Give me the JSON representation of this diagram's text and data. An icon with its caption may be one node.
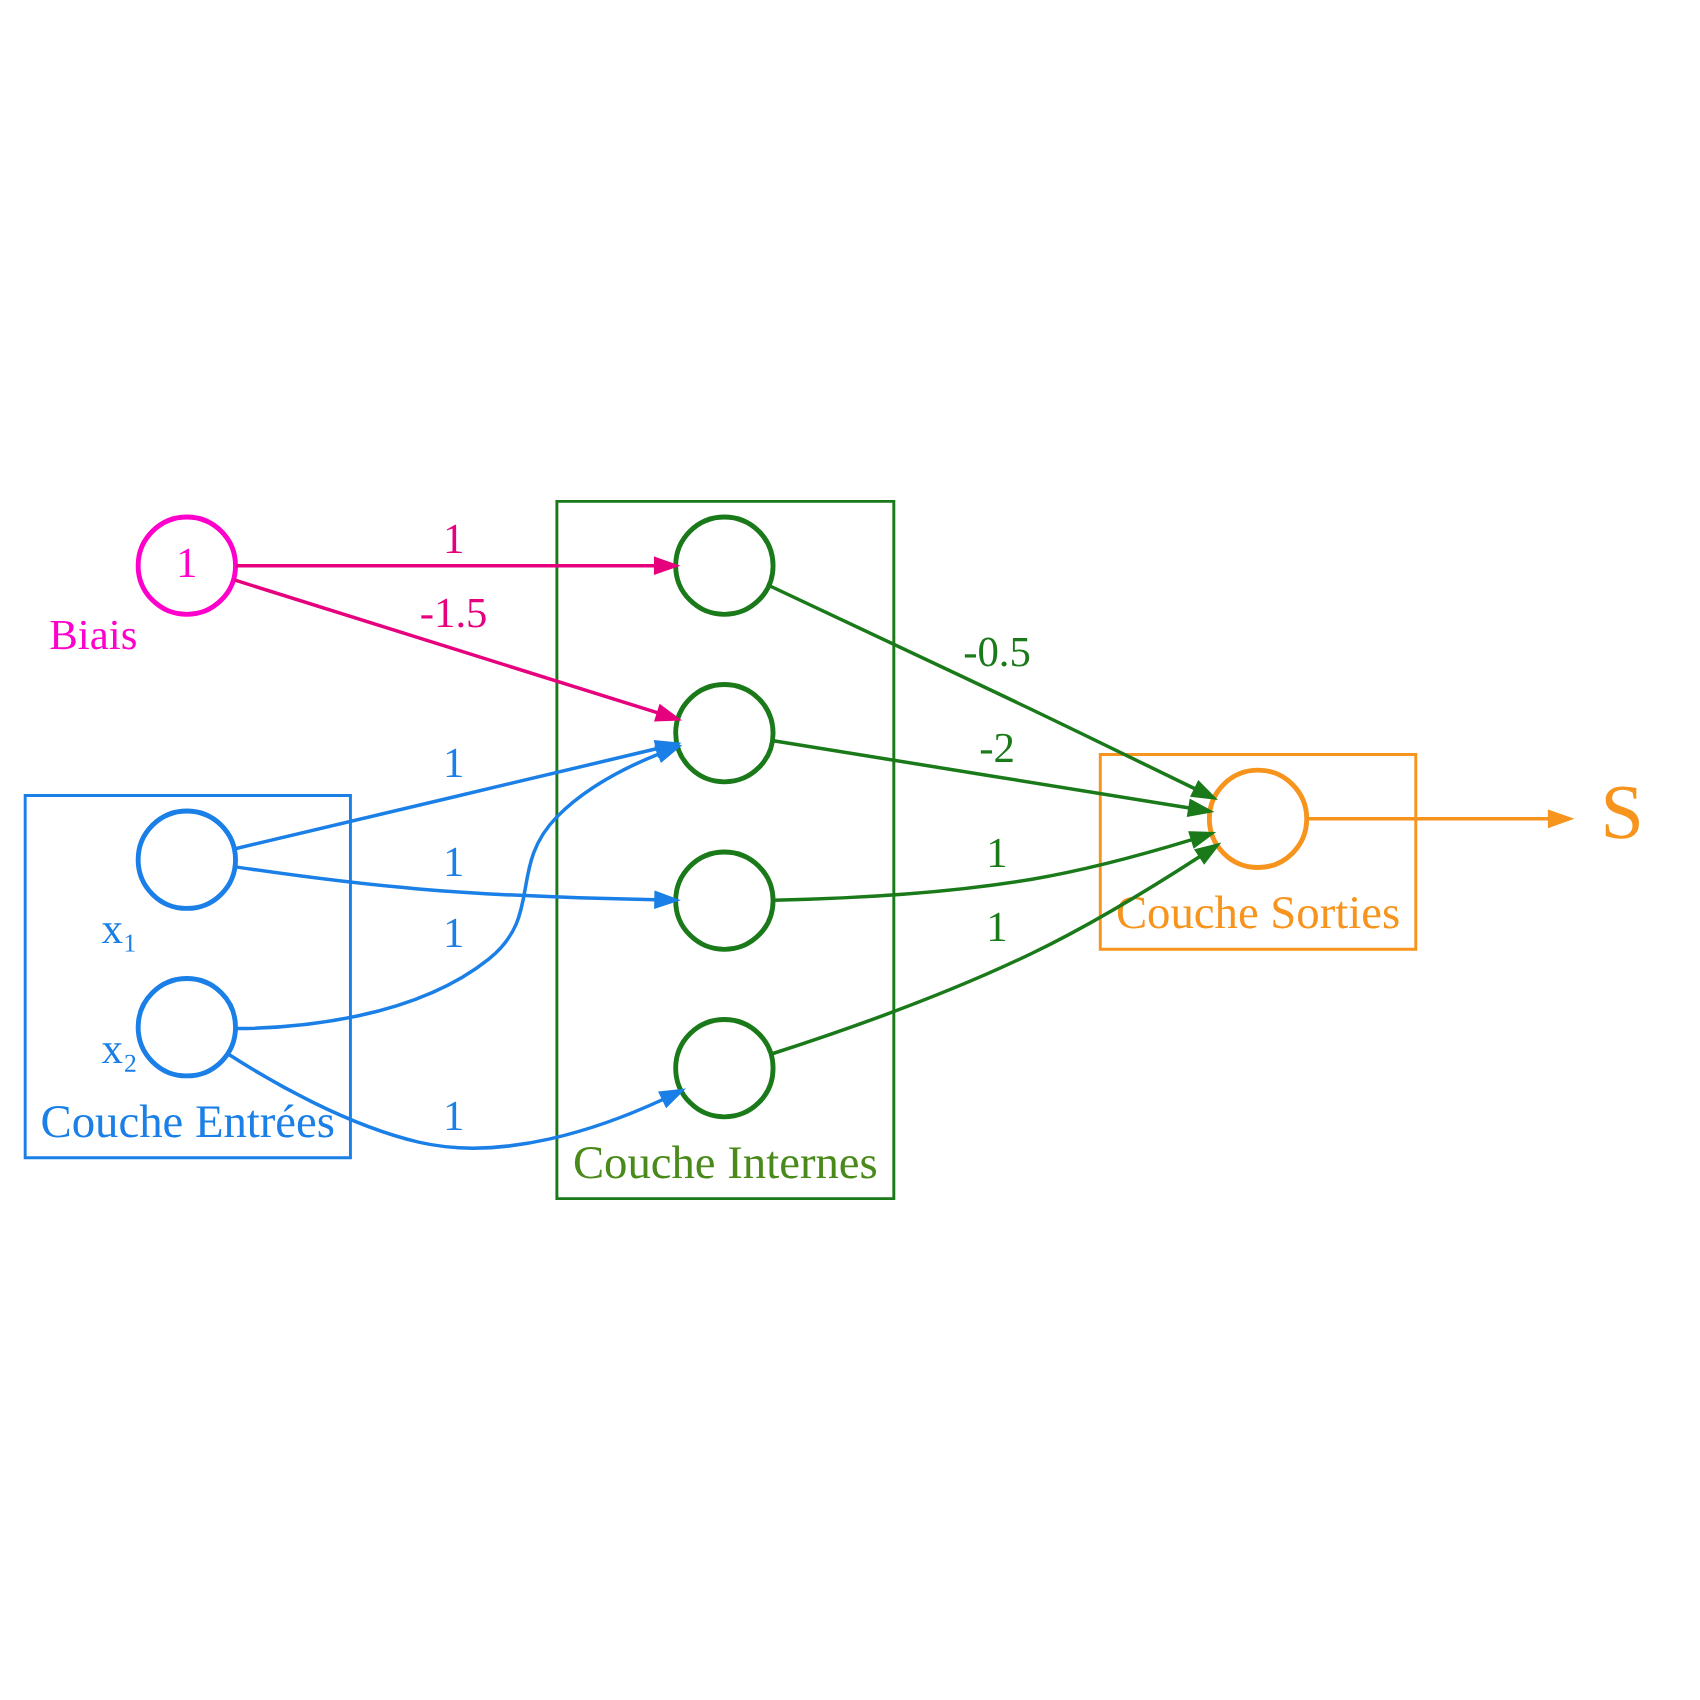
{
  "diagram": {
    "nodes": [
      {
        "text": [
          "1"
        ],
        "beside": [
          "Biais"
        ]
      },
      {
        "text": [
          "Couche Entrées"
        ]
      },
      {
        "text": [],
        "shape": "circle",
        "in": 1,
        "beside": [
          "x₁"
        ]
      },
      {
        "text": [],
        "shape": "circle",
        "in": 1,
        "beside": [
          "x₂"
        ]
      },
      {
        "text": [
          "Couche Internes"
        ]
      },
      {
        "text": [],
        "shape": "circle",
        "in": 4
      },
      {
        "text": [],
        "shape": "circle",
        "in": 4
      },
      {
        "text": [],
        "shape": "circle",
        "in": 4
      },
      {
        "text": [],
        "shape": "circle",
        "in": 4
      },
      {
        "text": [
          "Couche Sorties"
        ]
      },
      {
        "text": [],
        "shape": "circle",
        "in": 9
      },
      {
        "text": [
          "S"
        ]
      }
    ],
    "edges": [
      {
        "from": 0,
        "to": 5,
        "arrow": "to",
        "label": "1",
        "color": "#e6007e"
      },
      {
        "from": 0,
        "to": 6,
        "arrow": "to",
        "label": "-1.5",
        "color": "#e6007e"
      },
      {
        "from": 2,
        "to": 6,
        "arrow": "to",
        "label": "1",
        "color": "#1a7fe6"
      },
      {
        "from": 2,
        "to": 7,
        "arrow": "to",
        "label": "1",
        "color": "#1a7fe6"
      },
      {
        "from": 3,
        "to": 6,
        "arrow": "to",
        "label": "1",
        "color": "#1a7fe6"
      },
      {
        "from": 3,
        "to": 8,
        "arrow": "to",
        "label": "1",
        "color": "#1a7fe6"
      },
      {
        "from": 5,
        "to": 10,
        "arrow": "to",
        "label": "-0.5",
        "color": "#1a7a1a"
      },
      {
        "from": 6,
        "to": 10,
        "arrow": "to",
        "label": "-2",
        "color": "#1a7a1a"
      },
      {
        "from": 7,
        "to": 10,
        "arrow": "to",
        "label": "1",
        "color": "#1a7a1a"
      },
      {
        "from": 8,
        "to": 10,
        "arrow": "to",
        "label": "1",
        "color": "#1a7a1a"
      },
      {
        "from": 10,
        "to": 11,
        "arrow": "to",
        "color": "#f7941d"
      }
    ]
  }
}
